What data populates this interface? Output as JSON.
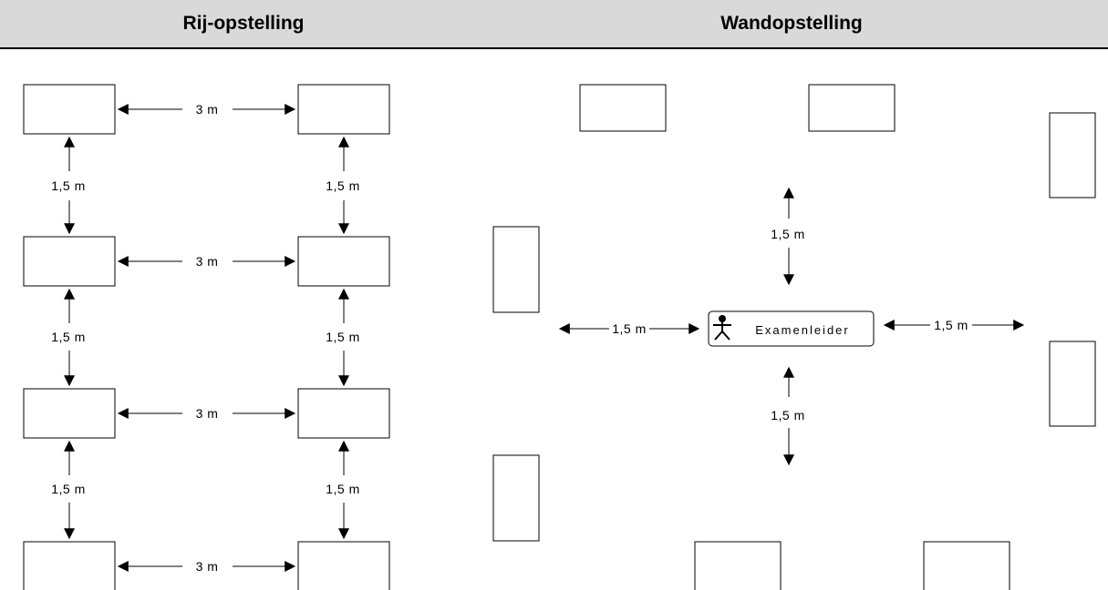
{
  "header": {
    "left_title": "Rij-opstelling",
    "right_title": "Wandopstelling"
  },
  "row_layout": {
    "horizontal_distance": "3 m",
    "vertical_distance": "1,5 m"
  },
  "wall_layout": {
    "supervisor_label": "Examenleider",
    "supervisor_icon": "person-icon",
    "distance_up": "1,5 m",
    "distance_down": "1,5 m",
    "distance_left": "1,5 m",
    "distance_right": "1,5 m"
  }
}
